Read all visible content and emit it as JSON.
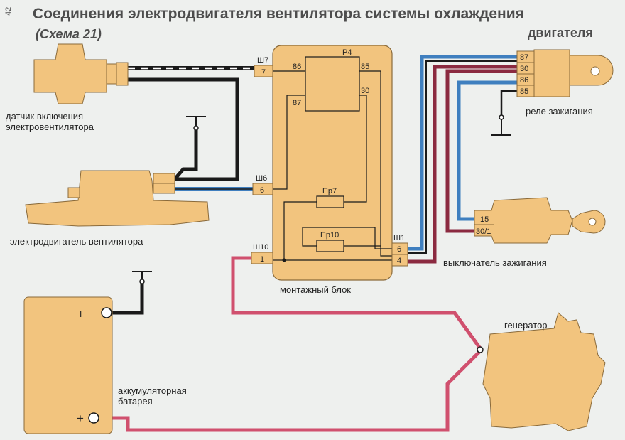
{
  "page": {
    "number": "42",
    "title": "Соединения электродвигателя вентилятора системы охлаждения",
    "scheme": "(Схема 21)",
    "title_end": "двигателя"
  },
  "labels": {
    "sensor": [
      "датчик включения",
      "электровентилятора"
    ],
    "motor": "электродвигатель вентилятора",
    "mounting_block": "монтажный блок",
    "ignition_relay": "реле зажигания",
    "ignition_switch": "выключатель зажигания",
    "generator": "генератор",
    "battery": [
      "аккумуляторная",
      "батарея"
    ]
  },
  "connectors": {
    "sh7": {
      "name": "Ш7",
      "pin": "7"
    },
    "sh6": {
      "name": "Ш6",
      "pin": "6"
    },
    "sh10": {
      "name": "Ш10",
      "pin": "1"
    },
    "sh1": {
      "name": "Ш1",
      "pins": [
        "6",
        "4"
      ]
    }
  },
  "relay_r4": {
    "name": "Р4",
    "pins": [
      "86",
      "85",
      "87",
      "30"
    ]
  },
  "fuses": [
    "Пр7",
    "Пр10"
  ],
  "ignition_relay_pins": [
    "87",
    "30",
    "86",
    "85"
  ],
  "ignition_switch_pins": [
    "15",
    "30/1"
  ],
  "battery_terminals": {
    "negative": "I",
    "positive": "+"
  },
  "colors": {
    "background": "#eef0ee",
    "component": "#f2c47e",
    "wire_black": "#1a1a1a",
    "wire_blue": "#3f7fbf",
    "wire_red": "#d0506e",
    "wire_dark_red": "#8b2a40"
  }
}
